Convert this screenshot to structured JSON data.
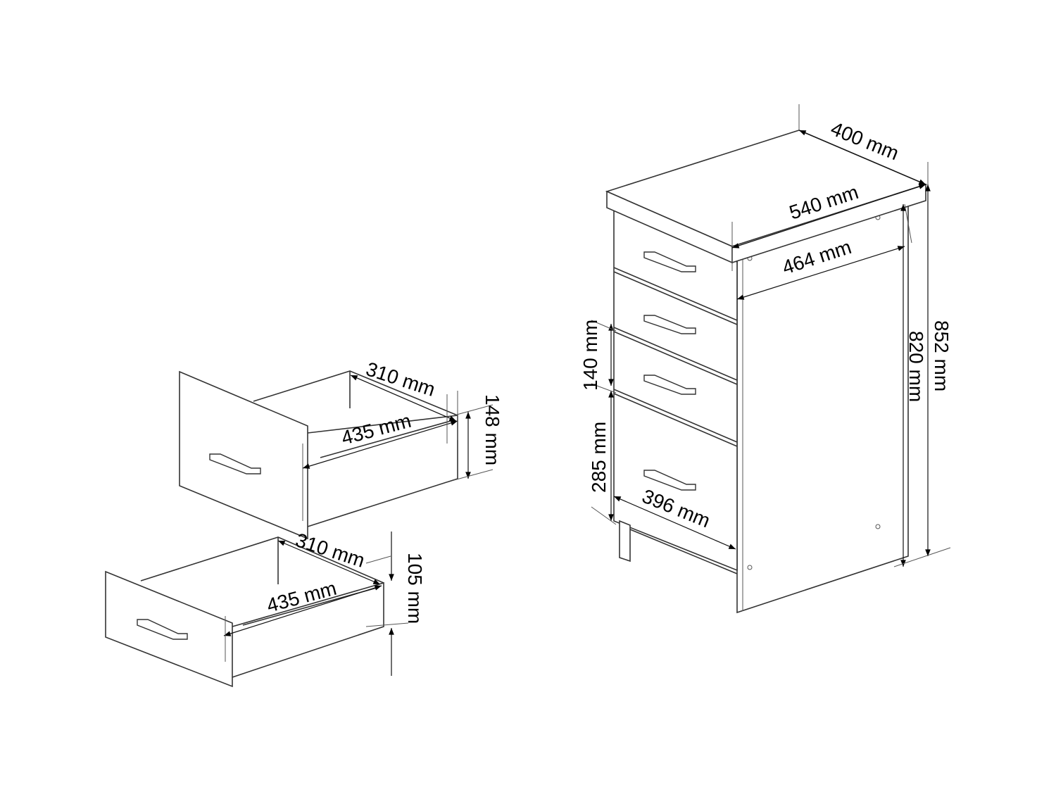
{
  "diagram": {
    "cabinet": {
      "depth_label": "400 mm",
      "top_width_label": "540 mm",
      "inner_width_label": "464 mm",
      "total_height_label": "852 mm",
      "body_height_label": "820 mm",
      "small_drawer_height_label": "140 mm",
      "large_drawer_height_label": "285 mm",
      "large_drawer_width_label": "396 mm"
    },
    "upper_drawer": {
      "depth_label": "310 mm",
      "width_label": "435 mm",
      "height_label": "148 mm"
    },
    "lower_drawer": {
      "depth_label": "310 mm",
      "width_label": "435 mm",
      "height_label": "105 mm"
    }
  }
}
